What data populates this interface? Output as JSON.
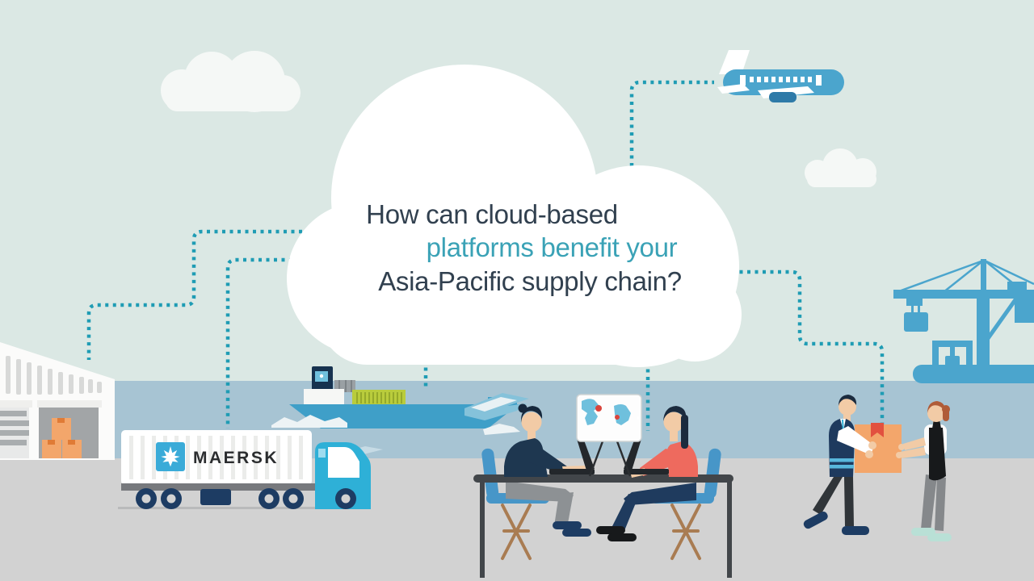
{
  "illustration": {
    "question": {
      "line1": "How can cloud-based",
      "line2": "platforms benefit your",
      "line3": "Asia-Pacific supply chain?"
    },
    "truck": {
      "logo_text": "MAERSK"
    },
    "connectors": [
      "airplane",
      "warehouse",
      "truck",
      "ship",
      "meeting-screen",
      "parcel-box"
    ],
    "scene_elements": [
      "question cloud",
      "airplane",
      "small clouds",
      "warehouse with boxes",
      "maersk container truck",
      "container ship with green containers",
      "port crane",
      "two people meeting at table with laptops and world-map screen",
      "worker handing parcel box to recipient"
    ],
    "palette": {
      "sky": "#dbe8e4",
      "sea": "#a7c4d3",
      "ground": "#d2d2d2",
      "cloud_white": "#ffffff",
      "small_cloud": "#f5f8f6",
      "dotted_teal": "#1f9cb4",
      "question_dark": "#31404f",
      "question_teal": "#3aa2b6",
      "brand_bright_blue": "#2eb0d7",
      "mid_blue": "#4ba5cd",
      "navy": "#1d3c63",
      "lime_container": "#b9cc3c",
      "box_orange": "#f3a66b",
      "tag_red": "#e2513f",
      "coral_shirt": "#ee6a5e",
      "skin": "#f2cba6",
      "wood": "#a97c52"
    }
  }
}
